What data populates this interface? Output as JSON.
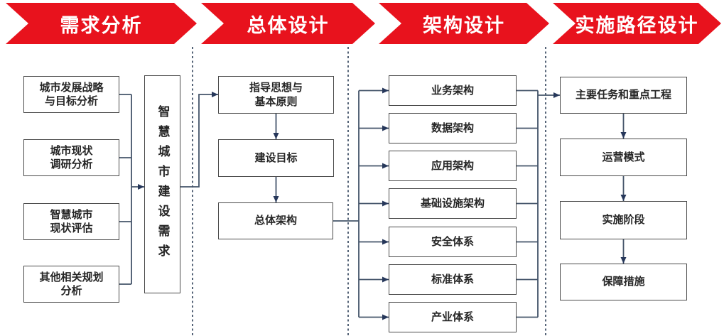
{
  "colors": {
    "banner_red": "#E8121D",
    "connector_line": "#44546A",
    "arrowhead": "#26375A",
    "box_border": "#4a4a4a"
  },
  "banner": {
    "phases": [
      {
        "label": "需求分析"
      },
      {
        "label": "总体设计"
      },
      {
        "label": "架构设计"
      },
      {
        "label": "实施路径设计"
      }
    ]
  },
  "requirements": {
    "inputs": [
      "城市发展战略\n与目标分析",
      "城市现状\n调研分析",
      "智慧城市\n现状评估",
      "其他相关规划\n分析"
    ],
    "output": "智慧城市建设需求"
  },
  "overall_design": {
    "steps": [
      "指导思想与\n基本原则",
      "建设目标",
      "总体架构"
    ]
  },
  "architecture": {
    "items": [
      "业务架构",
      "数据架构",
      "应用架构",
      "基础设施架构",
      "安全体系",
      "标准体系",
      "产业体系"
    ]
  },
  "implementation": {
    "steps": [
      "主要任务和重点工程",
      "运营模式",
      "实施阶段",
      "保障措施"
    ]
  }
}
